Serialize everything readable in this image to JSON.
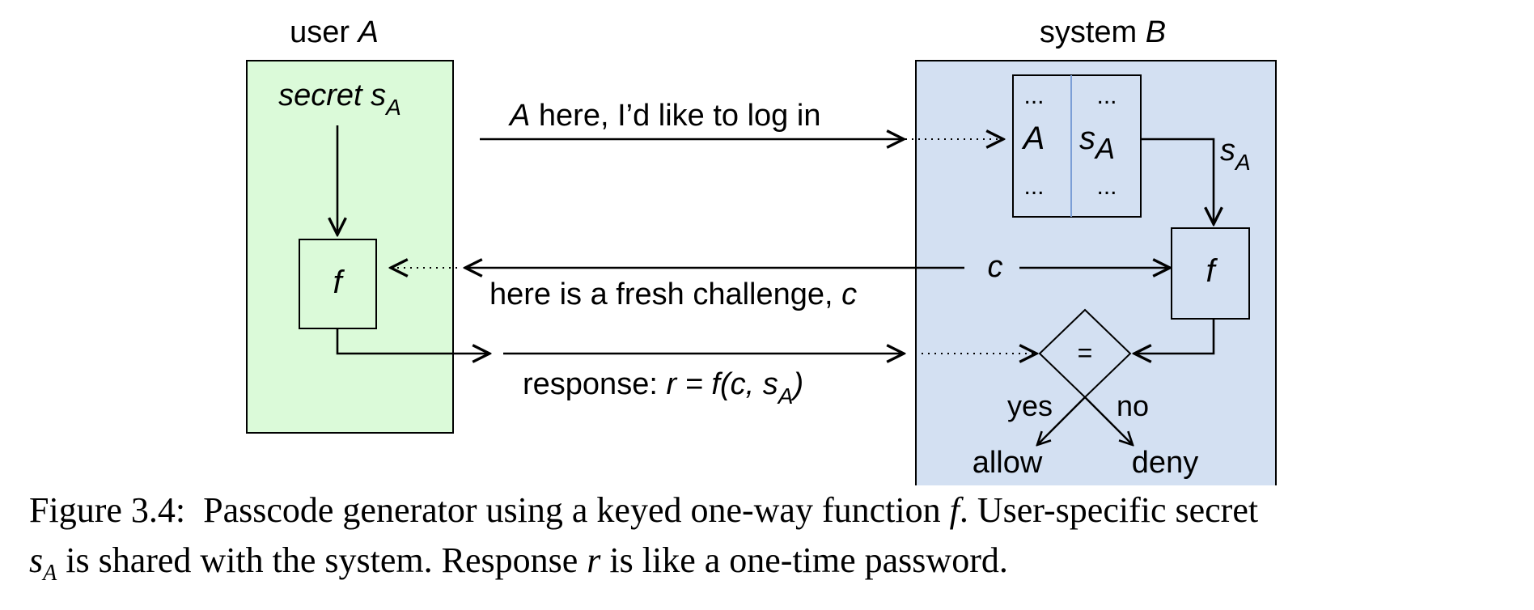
{
  "user_panel": {
    "title_prefix": "user ",
    "title_name": "A",
    "secret_word": "secret s",
    "secret_sub": "A",
    "function_label": "f",
    "color": "#dbfad9"
  },
  "system_panel": {
    "title_prefix": "system ",
    "title_name": "B",
    "table": {
      "rows": [
        {
          "name": "...",
          "secret": "..."
        },
        {
          "name": "A",
          "secret": "s",
          "secret_sub": "A"
        },
        {
          "name": "...",
          "secret": "..."
        }
      ]
    },
    "lookup_label": "s",
    "lookup_sub": "A",
    "function_label": "f",
    "challenge_label": "c",
    "compare_symbol": "=",
    "yes_label": "yes",
    "no_label": "no",
    "allow_label": "allow",
    "deny_label": "deny",
    "color": "#d3e0f2"
  },
  "messages": {
    "login_name": "A",
    "login_text": " here, I’d like to log in",
    "challenge_text": "here is a fresh challenge, ",
    "challenge_var": "c",
    "response_prefix": "response:  ",
    "response_formula": "r = f(c, s",
    "response_sub": "A",
    "response_close": ")"
  },
  "caption": {
    "label": "Figure 3.4:",
    "text_1": "Passcode generator using a keyed one-way function ",
    "f": "f",
    "text_2": ". User-specific secret ",
    "s": "s",
    "sub": "A",
    "text_3": " is shared with the system. Response ",
    "r": "r",
    "text_4": " is like a one-time password."
  }
}
